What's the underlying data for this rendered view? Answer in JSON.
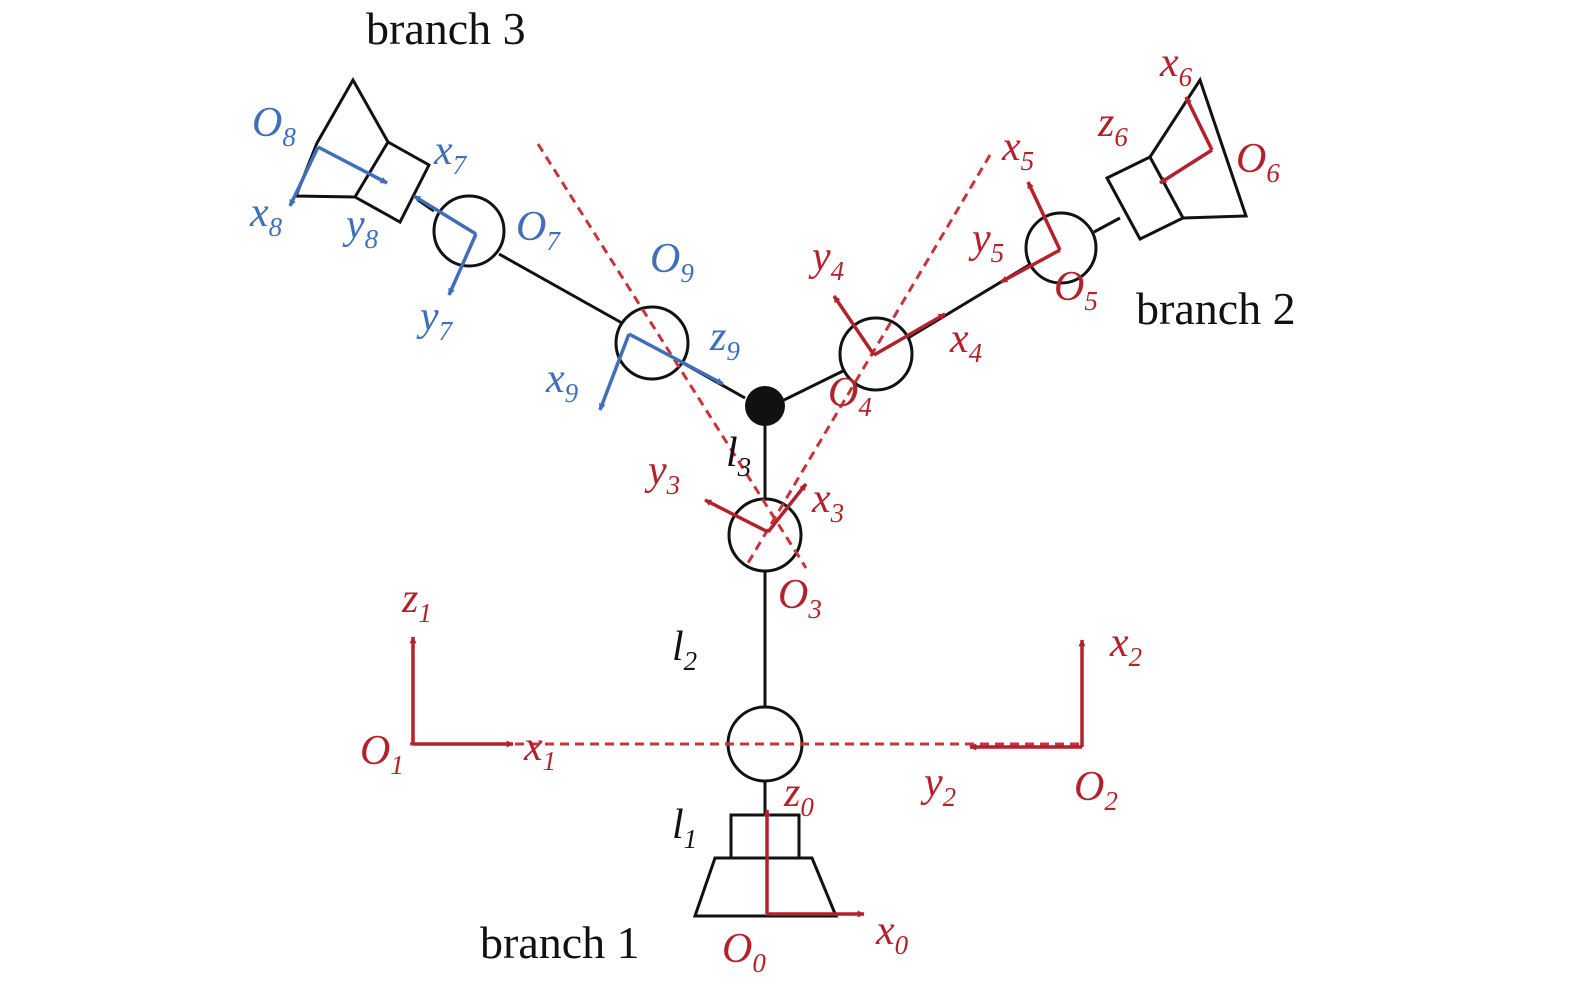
{
  "branches": {
    "b1": "branch 1",
    "b2": "branch 2",
    "b3": "branch 3"
  },
  "links": [
    {
      "base": "l",
      "sub": "1"
    },
    {
      "base": "l",
      "sub": "2"
    },
    {
      "base": "l",
      "sub": "3"
    }
  ],
  "labels": {
    "O0": {
      "base": "O",
      "sub": "0"
    },
    "x0": {
      "base": "x",
      "sub": "0"
    },
    "z0": {
      "base": "z",
      "sub": "0"
    },
    "O1": {
      "base": "O",
      "sub": "1"
    },
    "x1": {
      "base": "x",
      "sub": "1"
    },
    "z1": {
      "base": "z",
      "sub": "1"
    },
    "O2": {
      "base": "O",
      "sub": "2"
    },
    "x2": {
      "base": "x",
      "sub": "2"
    },
    "y2": {
      "base": "y",
      "sub": "2"
    },
    "O3": {
      "base": "O",
      "sub": "3"
    },
    "x3": {
      "base": "x",
      "sub": "3"
    },
    "y3": {
      "base": "y",
      "sub": "3"
    },
    "O4": {
      "base": "O",
      "sub": "4"
    },
    "x4": {
      "base": "x",
      "sub": "4"
    },
    "y4": {
      "base": "y",
      "sub": "4"
    },
    "O5": {
      "base": "O",
      "sub": "5"
    },
    "x5": {
      "base": "x",
      "sub": "5"
    },
    "y5": {
      "base": "y",
      "sub": "5"
    },
    "O6": {
      "base": "O",
      "sub": "6"
    },
    "x6": {
      "base": "x",
      "sub": "6"
    },
    "z6": {
      "base": "z",
      "sub": "6"
    },
    "O7": {
      "base": "O",
      "sub": "7"
    },
    "x7": {
      "base": "x",
      "sub": "7"
    },
    "y7": {
      "base": "y",
      "sub": "7"
    },
    "O8": {
      "base": "O",
      "sub": "8"
    },
    "x8": {
      "base": "x",
      "sub": "8"
    },
    "y8": {
      "base": "y",
      "sub": "8"
    },
    "O9": {
      "base": "O",
      "sub": "9"
    },
    "x9": {
      "base": "x",
      "sub": "9"
    },
    "z9": {
      "base": "z",
      "sub": "9"
    }
  },
  "colors": {
    "structure": "#111111",
    "frame_red": "#b3222b",
    "frame_blue": "#3f6fb9"
  }
}
